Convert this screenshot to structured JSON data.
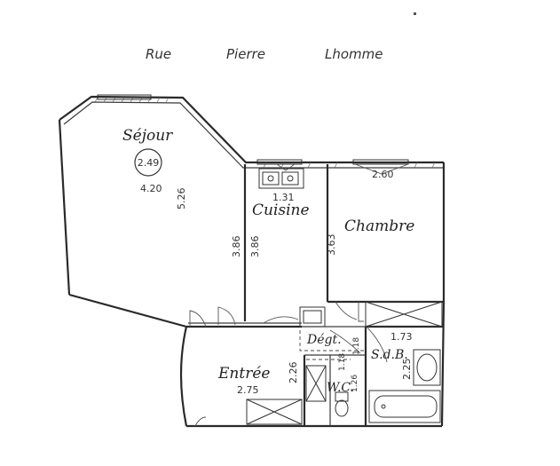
{
  "street": {
    "word1": "Rue",
    "word2": "Pierre",
    "word3": "Lhomme"
  },
  "rooms": {
    "sejour": {
      "label": "Séjour",
      "circled": "2.49",
      "width": "4.20",
      "depth": "5.26"
    },
    "cuisine": {
      "label": "Cuisine",
      "width": "1.31",
      "depth_left": "3.86",
      "depth_right": "3.86"
    },
    "chambre": {
      "label": "Chambre",
      "depth": "3.63",
      "window_width": "2.60"
    },
    "degt": {
      "label": "Dégt.",
      "width": "1.18"
    },
    "sdb": {
      "label": "S.d.B.",
      "width": "1.73",
      "depth": "2.25"
    },
    "wc": {
      "label": "W.C.",
      "width": "1.26",
      "depth": "1.18"
    },
    "entree": {
      "label": "Entrée",
      "width": "2.75",
      "depth": "2.26"
    }
  }
}
